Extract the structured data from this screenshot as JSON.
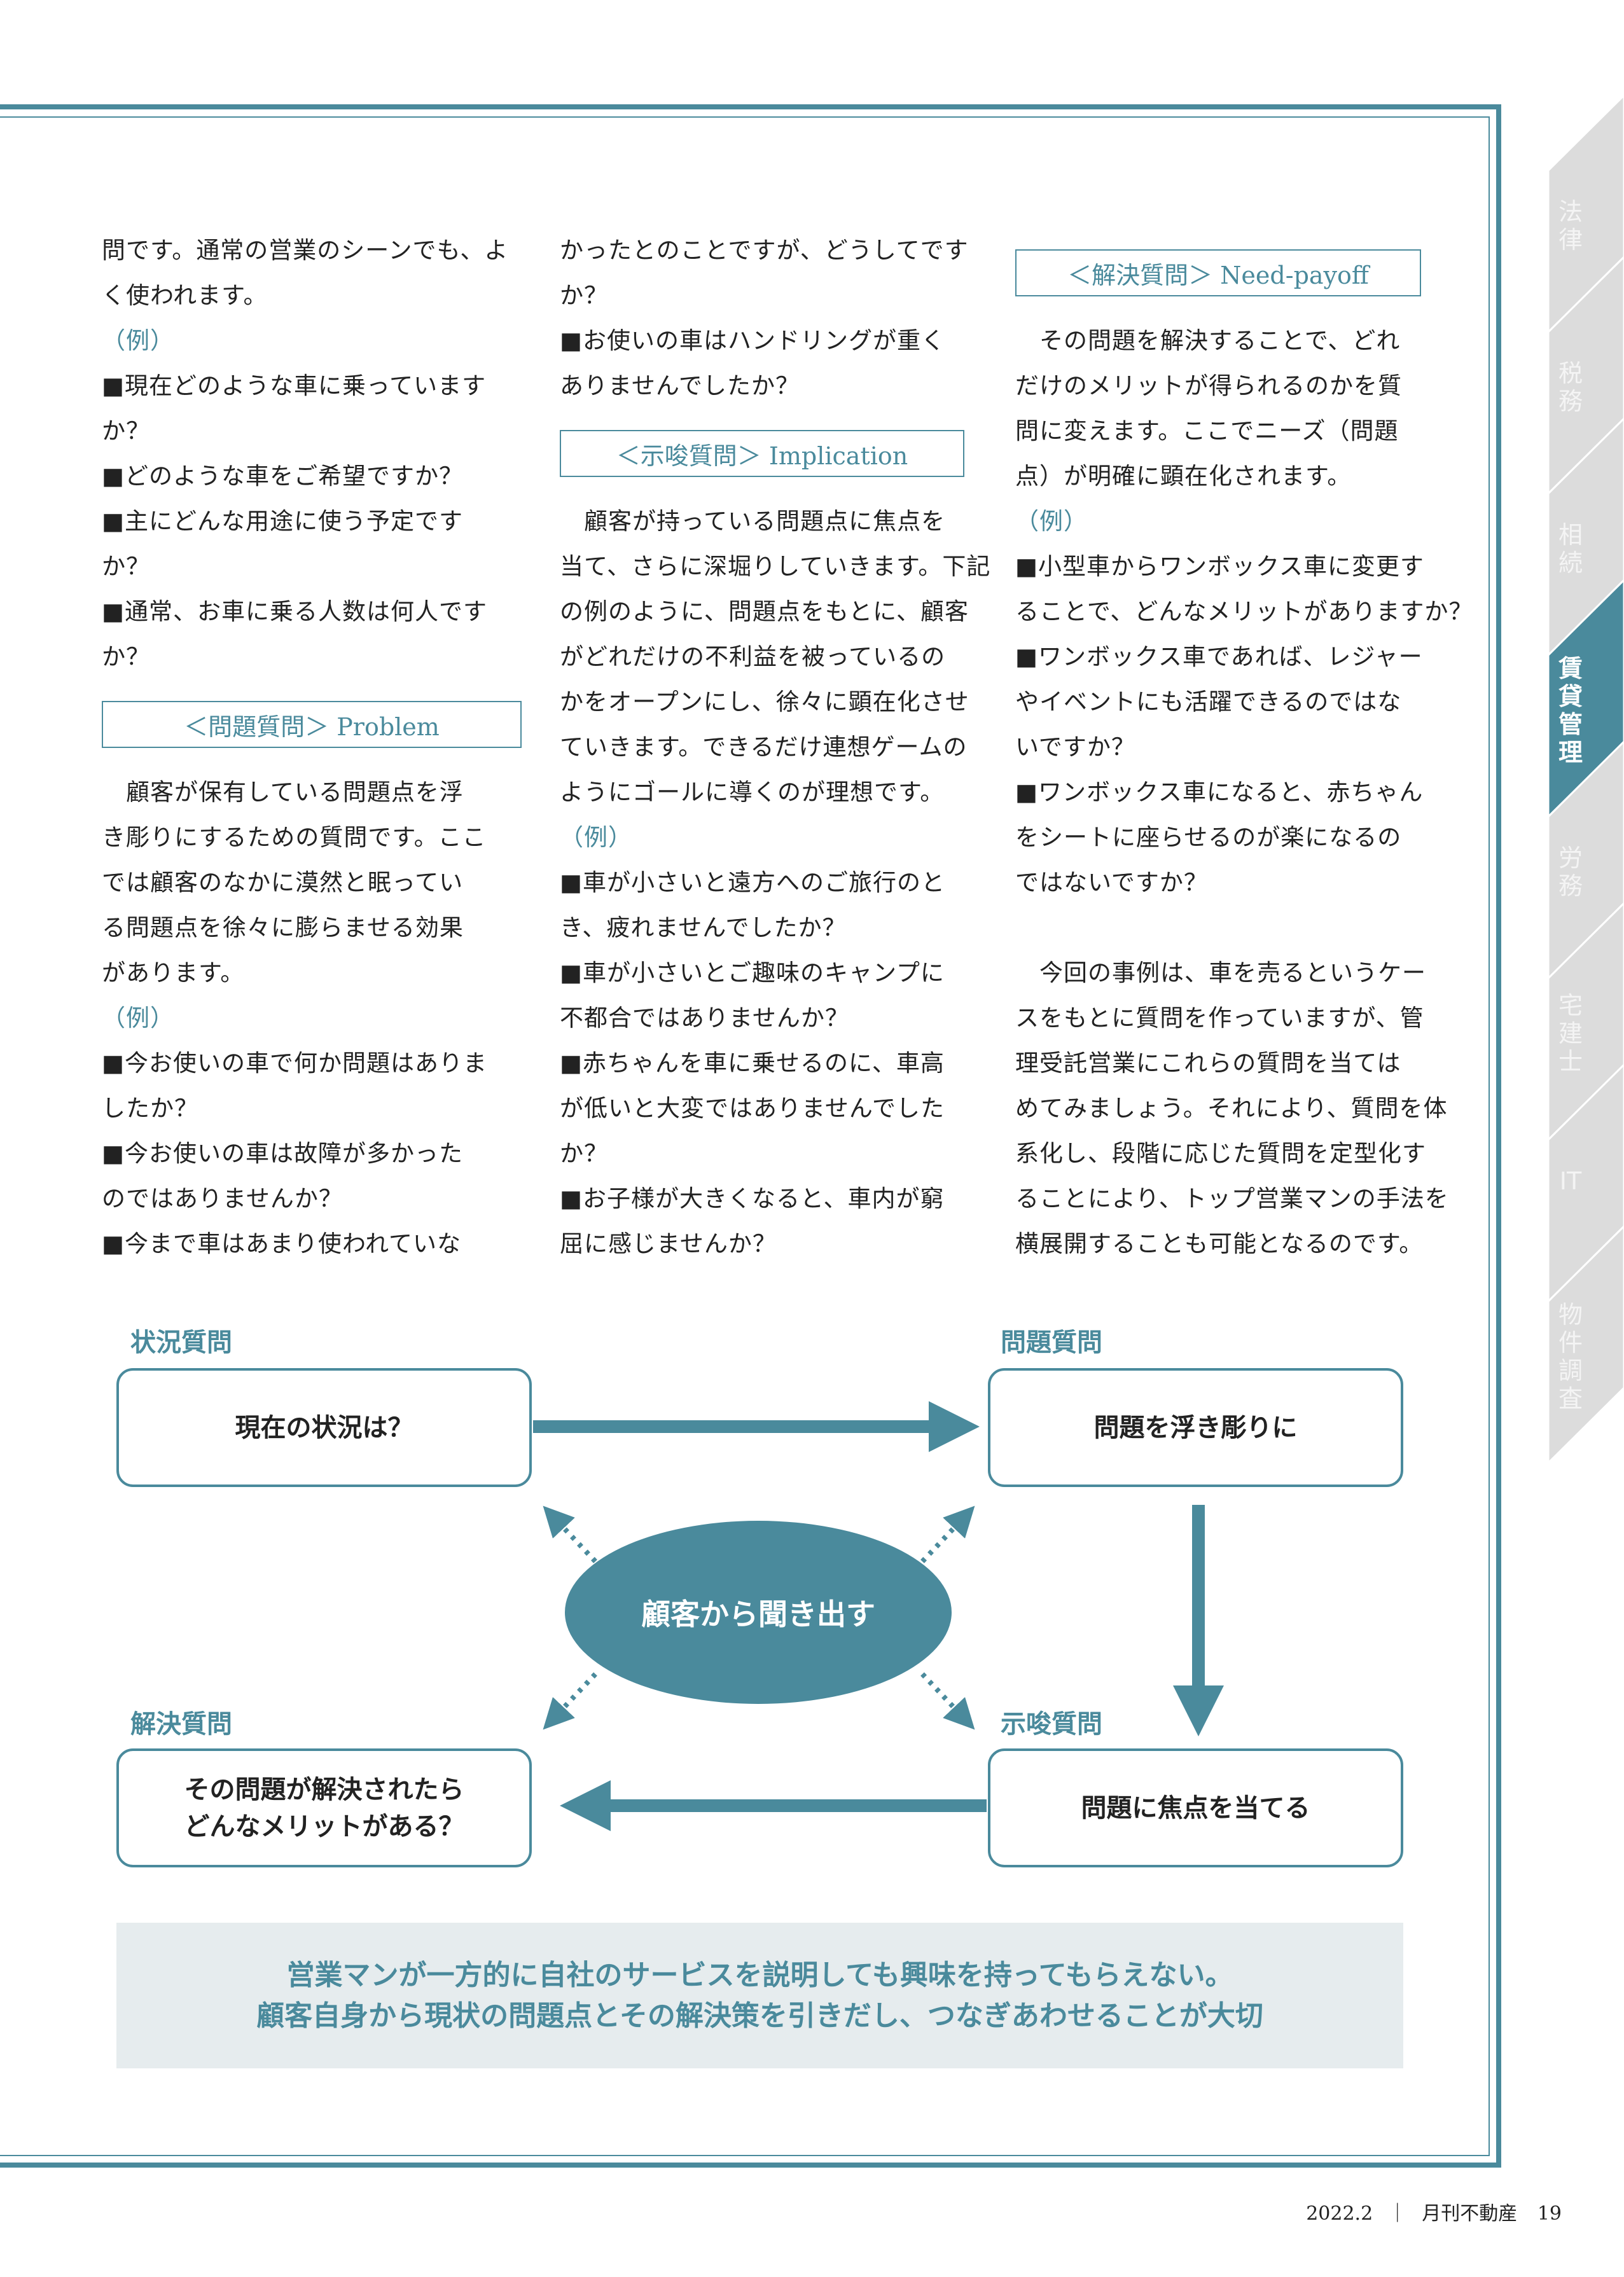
{
  "columns": [
    [
      {
        "t": "text",
        "s": "問です。通常の営業のシーンでも、よ"
      },
      {
        "t": "text",
        "s": "く使われます。"
      },
      {
        "t": "ex",
        "s": "（例）"
      },
      {
        "t": "text",
        "s": "■現在どのような車に乗っています"
      },
      {
        "t": "text",
        "s": "か？"
      },
      {
        "t": "text",
        "s": "■どのような車をご希望ですか？"
      },
      {
        "t": "text",
        "s": "■主にどんな用途に使う予定です"
      },
      {
        "t": "text",
        "s": "か？"
      },
      {
        "t": "text",
        "s": "■通常、お車に乗る人数は何人です"
      },
      {
        "t": "text",
        "s": "か？"
      },
      {
        "t": "hd",
        "s": "＜問題質問＞ Problem"
      },
      {
        "t": "text",
        "s": "　顧客が保有している問題点を浮"
      },
      {
        "t": "text",
        "s": "き彫りにするための質問です。ここ"
      },
      {
        "t": "text",
        "s": "では顧客のなかに漠然と眠ってい"
      },
      {
        "t": "text",
        "s": "る問題点を徐々に膨らませる効果"
      },
      {
        "t": "text",
        "s": "があります。"
      },
      {
        "t": "ex",
        "s": "（例）"
      },
      {
        "t": "text",
        "s": "■今お使いの車で何か問題はありま"
      },
      {
        "t": "text",
        "s": "したか？"
      },
      {
        "t": "text",
        "s": "■今お使いの車は故障が多かった"
      },
      {
        "t": "text",
        "s": "のではありませんか？"
      },
      {
        "t": "text",
        "s": "■今まで車はあまり使われていな"
      }
    ],
    [
      {
        "t": "text",
        "s": "かったとのことですが、どうしてです"
      },
      {
        "t": "text",
        "s": "か？"
      },
      {
        "t": "text",
        "s": "■お使いの車はハンドリングが重く"
      },
      {
        "t": "text",
        "s": "ありませんでしたか？"
      },
      {
        "t": "hd",
        "s": "＜示唆質問＞ Implication"
      },
      {
        "t": "text",
        "s": "　顧客が持っている問題点に焦点を"
      },
      {
        "t": "text",
        "s": "当て、さらに深堀りしていきます。下記"
      },
      {
        "t": "text",
        "s": "の例のように、問題点をもとに、顧客"
      },
      {
        "t": "text",
        "s": "がどれだけの不利益を被っているの"
      },
      {
        "t": "text",
        "s": "かをオープンにし、徐々に顕在化させ"
      },
      {
        "t": "text",
        "s": "ていきます。できるだけ連想ゲームの"
      },
      {
        "t": "text",
        "s": "ようにゴールに導くのが理想です。"
      },
      {
        "t": "ex",
        "s": "（例）"
      },
      {
        "t": "text",
        "s": "■車が小さいと遠方へのご旅行のと"
      },
      {
        "t": "text",
        "s": "き、疲れませんでしたか？"
      },
      {
        "t": "text",
        "s": "■車が小さいとご趣味のキャンプに"
      },
      {
        "t": "text",
        "s": "不都合ではありませんか？"
      },
      {
        "t": "text",
        "s": "■赤ちゃんを車に乗せるのに、車高"
      },
      {
        "t": "text",
        "s": "が低いと大変ではありませんでした"
      },
      {
        "t": "text",
        "s": "か？"
      },
      {
        "t": "text",
        "s": "■お子様が大きくなると、車内が窮"
      },
      {
        "t": "text",
        "s": "屈に感じませんか？"
      }
    ],
    [
      {
        "t": "hd",
        "s": "＜解決質問＞ Need-payoff"
      },
      {
        "t": "text",
        "s": "　その問題を解決することで、どれ"
      },
      {
        "t": "text",
        "s": "だけのメリットが得られるのかを質"
      },
      {
        "t": "text",
        "s": "問に変えます。ここでニーズ（問題"
      },
      {
        "t": "text",
        "s": "点）が明確に顕在化されます。"
      },
      {
        "t": "ex",
        "s": "（例）"
      },
      {
        "t": "text",
        "s": "■小型車からワンボックス車に変更す"
      },
      {
        "t": "text",
        "s": "ることで、どんなメリットがありますか？"
      },
      {
        "t": "text",
        "s": "■ワンボックス車であれば、レジャー"
      },
      {
        "t": "text",
        "s": "やイベントにも活躍できるのではな"
      },
      {
        "t": "text",
        "s": "いですか？"
      },
      {
        "t": "text",
        "s": "■ワンボックス車になると、赤ちゃん"
      },
      {
        "t": "text",
        "s": "をシートに座らせるのが楽になるの"
      },
      {
        "t": "text",
        "s": "ではないですか？"
      },
      {
        "t": "text",
        "s": ""
      },
      {
        "t": "text",
        "s": "　今回の事例は、車を売るというケー"
      },
      {
        "t": "text",
        "s": "スをもとに質問を作っていますが、管"
      },
      {
        "t": "text",
        "s": "理受託営業にこれらの質問を当ては"
      },
      {
        "t": "text",
        "s": "めてみましょう。それにより、質問を体"
      },
      {
        "t": "text",
        "s": "系化し、段階に応じた質問を定型化す"
      },
      {
        "t": "text",
        "s": "ることにより、トップ営業マンの手法を"
      },
      {
        "t": "text",
        "s": "横展開することも可能となるのです。"
      }
    ]
  ],
  "diagram": {
    "situation_label": "状況質問",
    "situation_box": "現在の状況は？",
    "problem_label": "問題質問",
    "problem_box": "問題を浮き彫りに",
    "implication_label": "示唆質問",
    "implication_box": "問題に焦点を当てる",
    "needpayoff_label": "解決質問",
    "needpayoff_box_line1": "その問題が解決されたら",
    "needpayoff_box_line2": "どんなメリットがある？",
    "center": "顧客から聞き出す"
  },
  "message": {
    "line1": "営業マンが一方的に自社のサービスを説明しても興味を持ってもらえない。",
    "line2": "顧客自身から現状の問題点とその解決策を引きだし、つなぎあわせることが大切"
  },
  "side_tabs": [
    {
      "label": "法律",
      "active": false
    },
    {
      "label": "税務",
      "active": false
    },
    {
      "label": "相続",
      "active": false
    },
    {
      "label": "賃貸管理",
      "active": true
    },
    {
      "label": "労務",
      "active": false
    },
    {
      "label": "宅建士",
      "active": false
    },
    {
      "label": "IT",
      "active": false
    },
    {
      "label": "物件調査",
      "active": false
    }
  ],
  "footer": {
    "issue": "2022.2",
    "separator": "｜",
    "magazine": "月刊不動産",
    "page": "19"
  },
  "colors": {
    "accent": "#4a8a9c",
    "tab_gray": "#dcdcdc",
    "message_bg": "#e6ecee"
  }
}
